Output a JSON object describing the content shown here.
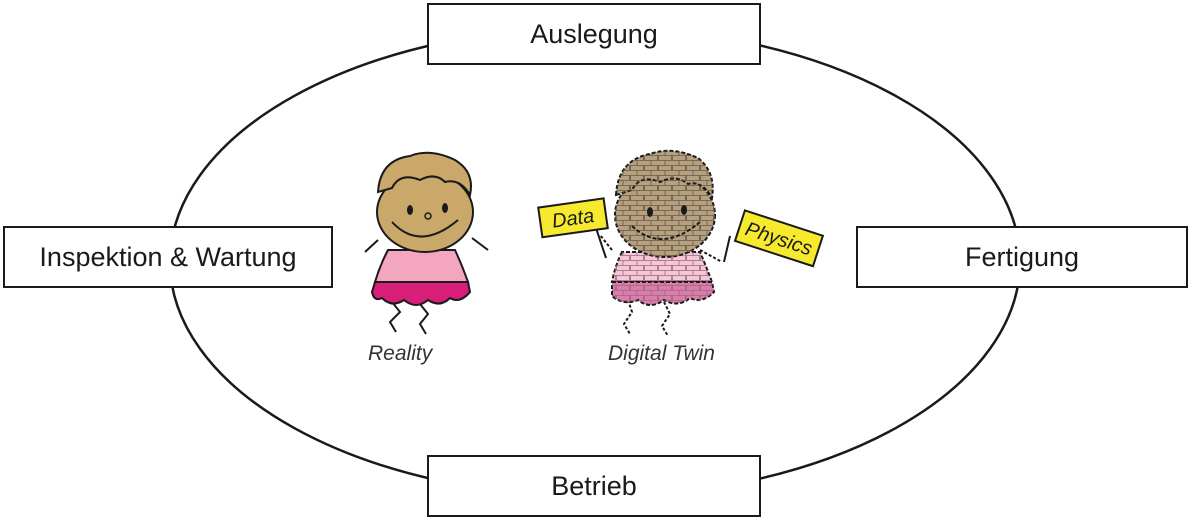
{
  "phases": {
    "design": "Auslegung",
    "manufacturing": "Fertigung",
    "operation": "Betrieb",
    "inspection": "Inspektion & Wartung"
  },
  "figures": {
    "reality_caption": "Reality",
    "twin_caption": "Digital Twin",
    "flag_left": "Data",
    "flag_right": "Physics"
  },
  "colors": {
    "hair": "#c9a86a",
    "shirt": "#f4a6c0",
    "skirt": "#d81e78",
    "flag": "#f7ea2e",
    "outline": "#1a1a1a"
  }
}
